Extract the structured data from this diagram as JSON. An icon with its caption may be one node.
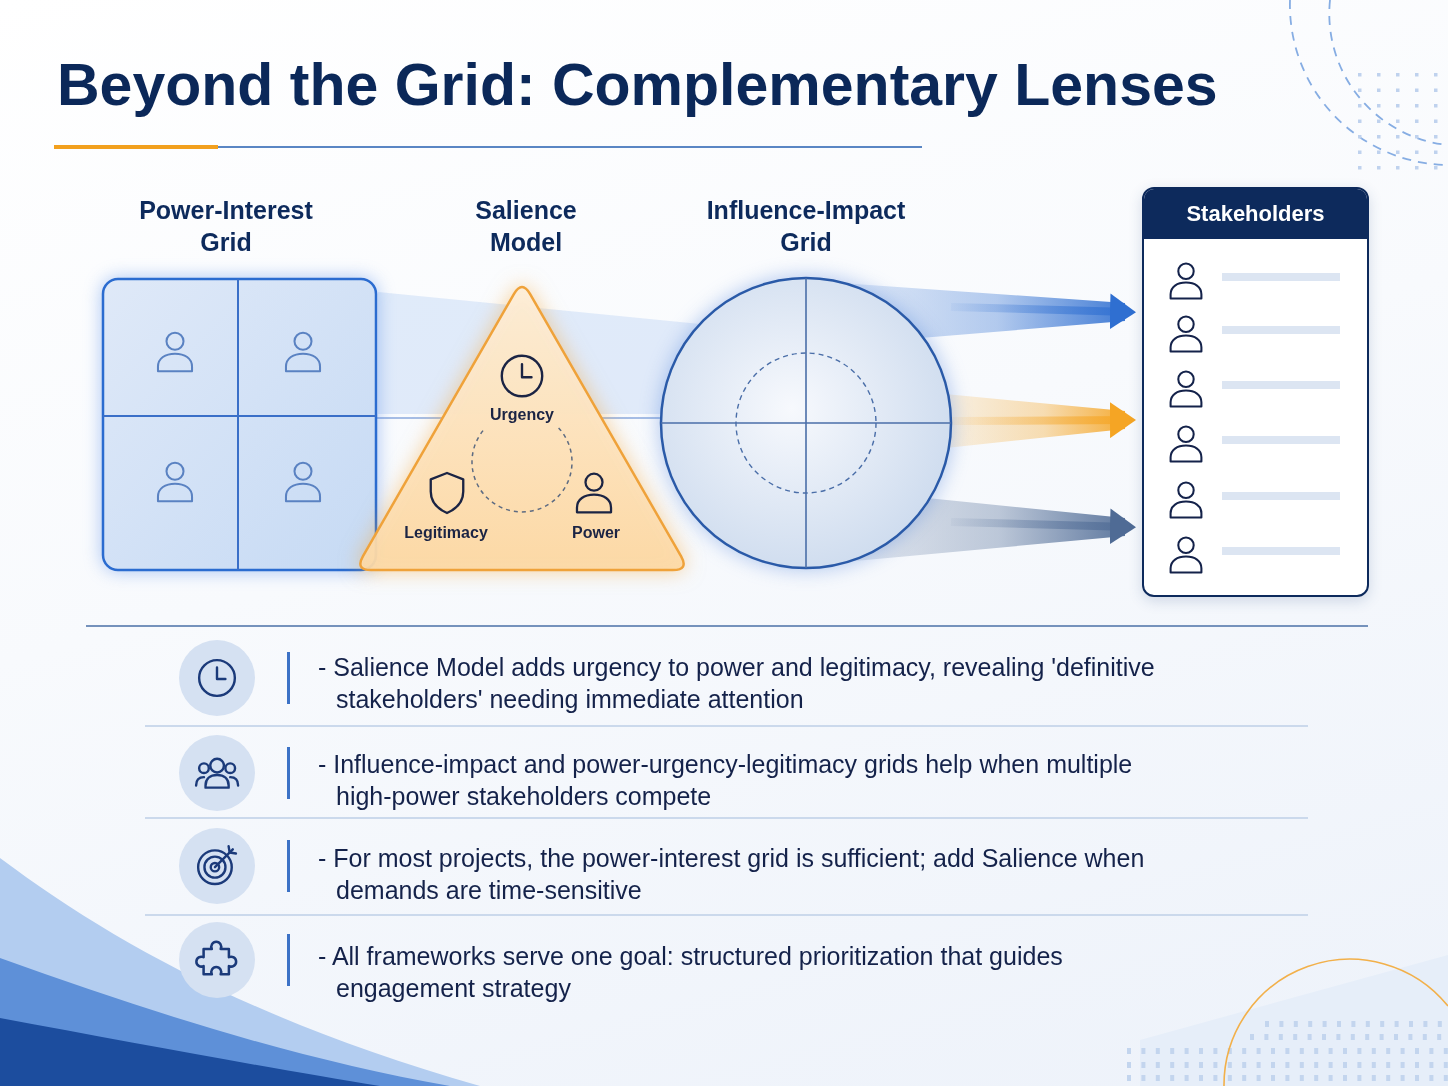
{
  "diagram": {
    "title": "Beyond the Grid: Complementary Lenses",
    "nodes": [
      {
        "text": [
          "Power-Interest Grid"
        ]
      },
      {
        "text": [
          "Salience Model",
          "Urgency",
          "Legitimacy",
          "Power"
        ]
      },
      {
        "text": [
          "Influence-Impact Grid"
        ]
      },
      {
        "text": [
          "Stakeholders"
        ]
      }
    ],
    "edges": [
      {
        "from": 0,
        "to": 1,
        "arrow": "none"
      },
      {
        "from": 1,
        "to": 2,
        "arrow": "none"
      },
      {
        "from": 2,
        "to": 3,
        "arrow": "to",
        "style": "thick",
        "color": "#2f6fd1"
      },
      {
        "from": 2,
        "to": 3,
        "arrow": "to",
        "style": "thick",
        "color": "#f5a524"
      },
      {
        "from": 2,
        "to": 3,
        "arrow": "to",
        "style": "thick",
        "color": "#4f6b95"
      }
    ],
    "labels": [
      "- Salience Model adds urgency to power and legitimacy, revealing 'definitive stakeholders' needing immediate attention",
      "- Influence-impact and power-urgency-legitimacy grids help when multiple high-power stakeholders compete",
      "- For most projects, the power-interest grid is sufficient; add Salience when demands are time-sensitive",
      "- All frameworks serve one goal: structured prioritization that guides engagement strategy"
    ]
  }
}
